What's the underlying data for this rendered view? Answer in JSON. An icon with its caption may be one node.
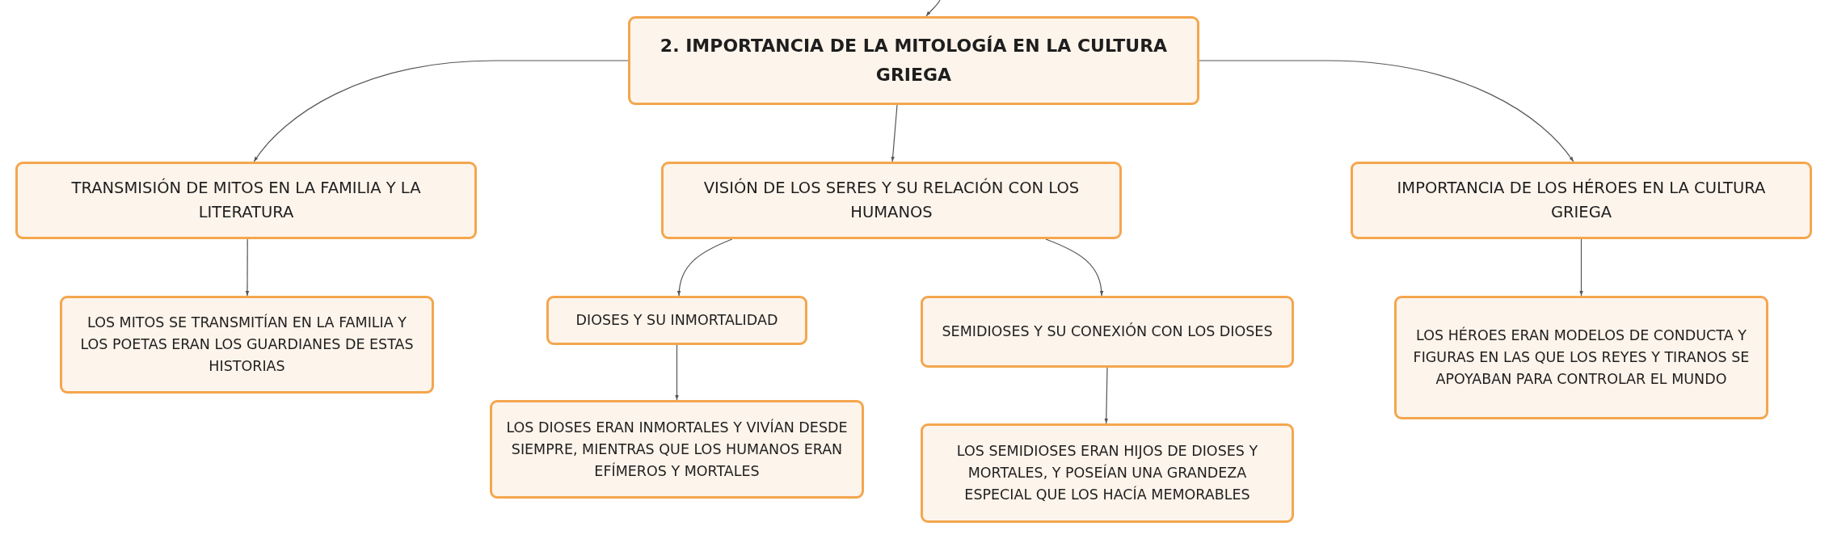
{
  "diagram": {
    "nodes": [
      {
        "text": [
          "2. IMPORTANCIA DE LA MITOLOGÍA EN LA CULTURA GRIEGA"
        ]
      },
      {
        "text": [
          "TRANSMISIÓN DE MITOS EN LA FAMILIA Y LA LITERATURA"
        ]
      },
      {
        "text": [
          "VISIÓN DE LOS SERES Y SU RELACIÓN CON LOS HUMANOS"
        ]
      },
      {
        "text": [
          "IMPORTANCIA DE LOS HÉROES EN LA CULTURA GRIEGA"
        ]
      },
      {
        "text": [
          "LOS MITOS SE TRANSMITÍAN EN LA FAMILIA Y LOS POETAS ERAN LOS GUARDIANES DE ESTAS HISTORIAS"
        ]
      },
      {
        "text": [
          "DIOSES Y SU INMORTALIDAD"
        ]
      },
      {
        "text": [
          "SEMIDIOSES Y SU CONEXIÓN CON LOS DIOSES"
        ]
      },
      {
        "text": [
          "LOS HÉROES ERAN MODELOS DE CONDUCTA Y FIGURAS EN LAS QUE LOS REYES Y TIRANOS SE APOYABAN PARA CONTROLAR EL MUNDO"
        ]
      },
      {
        "text": [
          "LOS DIOSES ERAN INMORTALES Y VIVÍAN DESDE SIEMPRE, MIENTRAS QUE LOS HUMANOS ERAN EFÍMEROS Y MORTALES"
        ]
      },
      {
        "text": [
          "LOS SEMIDIOSES ERAN HIJOS DE DIOSES Y MORTALES, Y POSEÍAN UNA GRANDEZA ESPECIAL QUE LOS HACÍA MEMORABLES"
        ]
      }
    ],
    "edges": [
      {
        "from": null,
        "to": 0,
        "arrow": "to"
      },
      {
        "from": 0,
        "to": 1,
        "arrow": "to"
      },
      {
        "from": 0,
        "to": 2,
        "arrow": "to"
      },
      {
        "from": 0,
        "to": 3,
        "arrow": "to"
      },
      {
        "from": 1,
        "to": 4,
        "arrow": "to"
      },
      {
        "from": 2,
        "to": 5,
        "arrow": "to"
      },
      {
        "from": 2,
        "to": 6,
        "arrow": "to"
      },
      {
        "from": 3,
        "to": 7,
        "arrow": "to"
      },
      {
        "from": 5,
        "to": 8,
        "arrow": "to"
      },
      {
        "from": 6,
        "to": 9,
        "arrow": "to"
      }
    ]
  }
}
